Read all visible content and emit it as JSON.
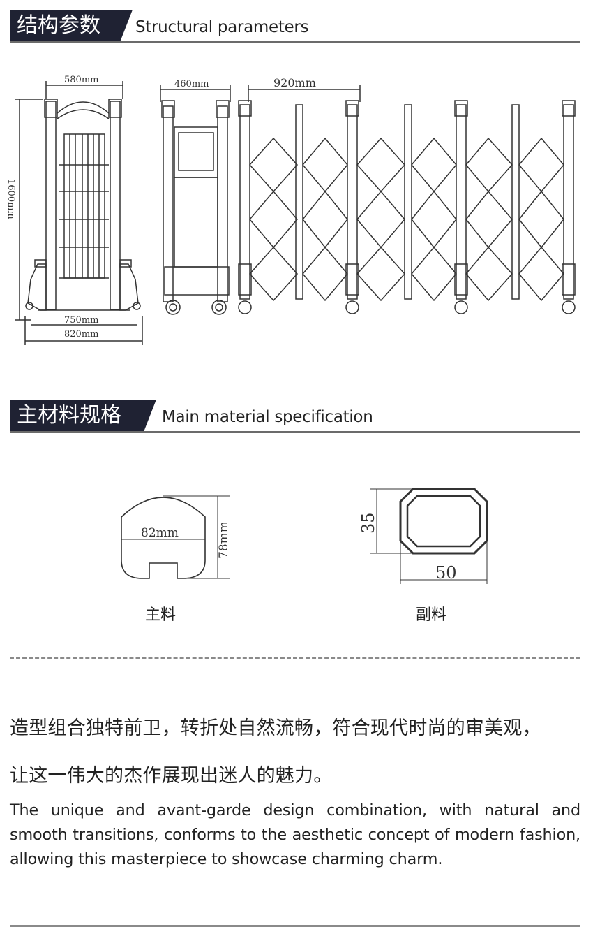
{
  "structural": {
    "title_zh": "结构参数",
    "title_en": "Structural parameters",
    "dims": {
      "top_width": "580mm",
      "height": "1600mm",
      "base_width": "750mm",
      "overall_width": "820mm",
      "side_width": "460mm",
      "section_width": "920mm"
    }
  },
  "material": {
    "title_zh": "主材料规格",
    "title_en": "Main material specification",
    "main_profile": {
      "width": "82mm",
      "height": "78mm",
      "caption": "主料"
    },
    "secondary_profile": {
      "height": "35",
      "width": "50",
      "caption": "副料"
    }
  },
  "description": {
    "zh_line1": "造型组合独特前卫，转折处自然流畅，符合现代时尚的审美观，",
    "zh_line2": "让这一伟大的杰作展现出迷人的魅力。",
    "en": "The unique and avant-garde design combination, with natural and smooth transitions, conforms to the aesthetic concept of modern fashion, allowing this masterpiece to showcase charming charm."
  }
}
